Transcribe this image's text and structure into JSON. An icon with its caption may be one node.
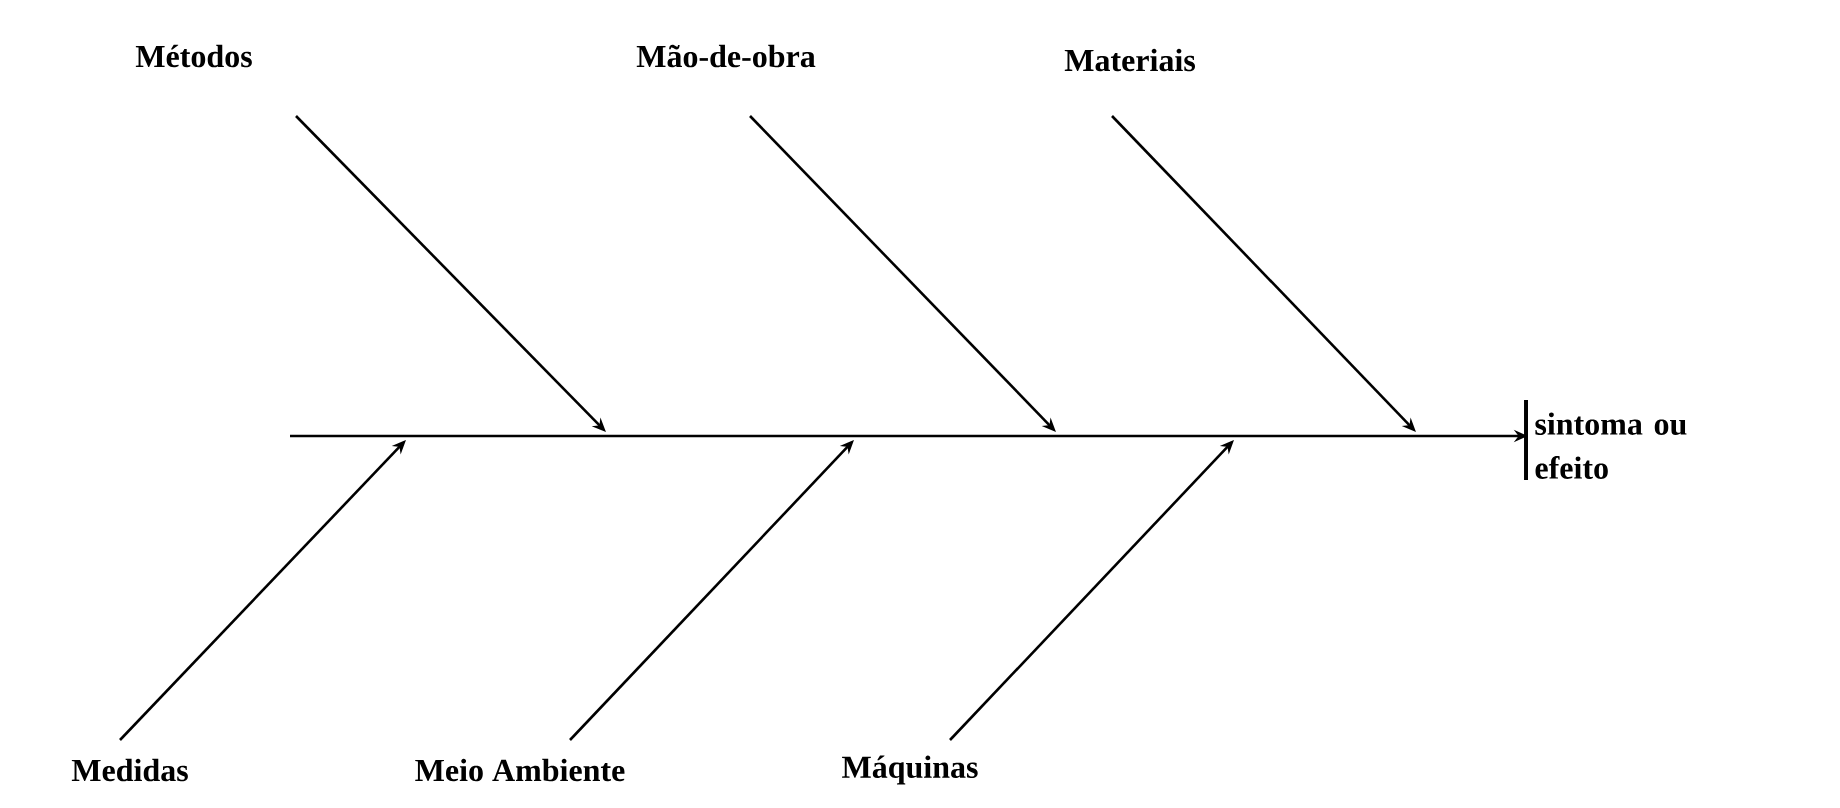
{
  "diagram": {
    "nodes": [
      {
        "text": [
          "Métodos"
        ]
      },
      {
        "text": [
          "Mão-de-obra"
        ]
      },
      {
        "text": [
          "Materiais"
        ]
      },
      {
        "text": [
          "Medidas"
        ]
      },
      {
        "text": [
          "Meio Ambiente"
        ]
      },
      {
        "text": [
          "Máquinas"
        ]
      },
      {
        "text": [
          "sintoma ou efeito"
        ]
      }
    ],
    "edges": [
      {
        "from": 0,
        "to": null,
        "arrow": "to"
      },
      {
        "from": 1,
        "to": null,
        "arrow": "to"
      },
      {
        "from": 2,
        "to": null,
        "arrow": "to"
      },
      {
        "from": 3,
        "to": null,
        "arrow": "to"
      },
      {
        "from": 4,
        "to": null,
        "arrow": "to"
      },
      {
        "from": 5,
        "to": null,
        "arrow": "to"
      },
      {
        "from": null,
        "to": 6,
        "arrow": "to"
      }
    ]
  }
}
